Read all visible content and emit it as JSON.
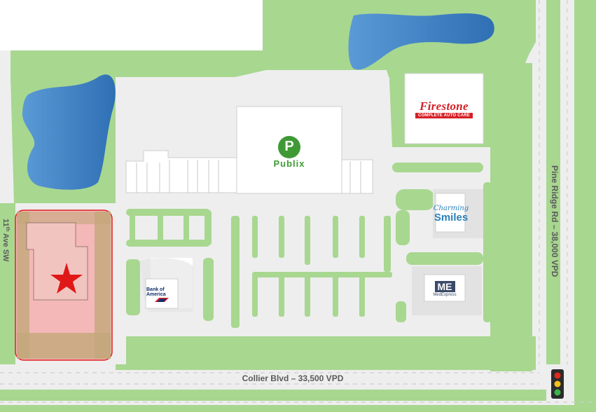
{
  "map": {
    "roads": {
      "east": "Pine Ridge Rd – 38,000 VPD",
      "south": "Collier Blvd – 33,500 VPD",
      "west_prefix": "11",
      "west_suffix": "th",
      "west_rest": " Ave SW"
    },
    "tenants": {
      "firestone_name": "Firestone",
      "firestone_sub": "COMPLETE AUTO CARE",
      "publix_letter": "P",
      "publix_name": "Publix",
      "smiles_top": "Charming",
      "smiles_bottom": "Smiles",
      "boa_name": "Bank of America",
      "medexpress_mark": "ME",
      "medexpress_name": "MedExpress"
    },
    "colors": {
      "grass": "#a8d790",
      "pavement": "#eeeeee",
      "water": "#3f83c6",
      "subject_site": "#f4b8b8",
      "subject_border": "#e02020",
      "star": "#e01818",
      "building": "#ffffff",
      "firestone_red": "#d61f26",
      "publix_green": "#3f9a36"
    },
    "icons": {
      "subject_marker": "star-icon",
      "signal": "traffic-light-icon"
    }
  }
}
